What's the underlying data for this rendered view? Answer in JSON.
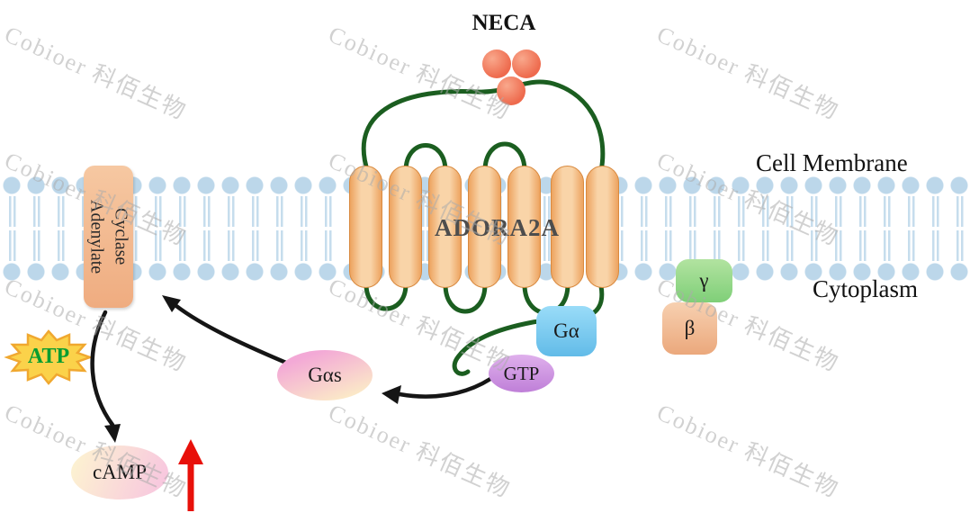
{
  "watermark": {
    "text": "Cobioer 科佰生物"
  },
  "labels": {
    "neca": "NECA",
    "receptor": "ADORA2A",
    "cell_membrane": "Cell Membrane",
    "cytoplasm": "Cytoplasm",
    "adenylate_line1": "Adenylate",
    "adenylate_line2": "Cyclase",
    "atp": "ATP",
    "gas": "Gαs",
    "gtp": "GTP",
    "galpha": "Gα",
    "gamma": "γ",
    "beta": "β",
    "camp": "cAMP"
  },
  "colors": {
    "membrane_blue": "#bcd7ea",
    "helix_edge": "#eda35f",
    "loop_green": "#1b5e20",
    "arrow_black": "#151515",
    "arrow_red": "#e8100a",
    "star_yellow": "#fbd24a",
    "atp_green": "#0a9d30"
  }
}
